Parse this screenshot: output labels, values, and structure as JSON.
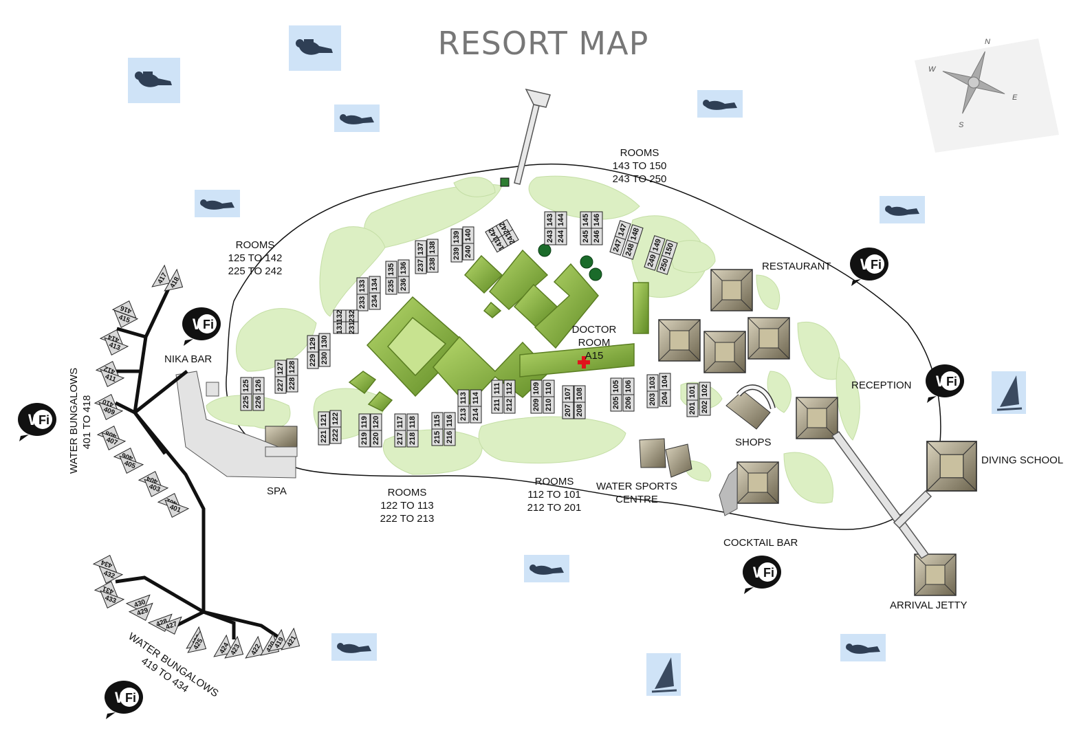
{
  "title": "RESORT MAP",
  "compass": {
    "n": "N",
    "e": "E",
    "s": "S",
    "w": "W"
  },
  "wifi_text": "WiFi",
  "labels": {
    "rooms_north": [
      "ROOMS",
      "143 TO 150",
      "243 TO 250"
    ],
    "rooms_west": [
      "ROOMS",
      "125 TO 142",
      "225 TO 242"
    ],
    "rooms_south_west": [
      "ROOMS",
      "122 TO 113",
      "222 TO 213"
    ],
    "rooms_south": [
      "ROOMS",
      "112 TO 101",
      "212 TO 201"
    ],
    "restaurant": "RESTAURANT",
    "reception": "RECEPTION",
    "shops": "SHOPS",
    "diving_school": "DIVING SCHOOL",
    "water_sports": [
      "WATER SPORTS",
      "CENTRE"
    ],
    "cocktail_bar": "COCKTAIL BAR",
    "arrival_jetty": "ARRIVAL JETTY",
    "spa": "SPA",
    "nika_bar": "NIKA BAR",
    "doctor_room": [
      "DOCTOR",
      "ROOM",
      "A15"
    ],
    "water_bungalows_1": [
      "WATER BUNGALOWS",
      "401 TO 418"
    ],
    "water_bungalows_2": [
      "WATER BUNGALOWS",
      "419 TO 434"
    ]
  },
  "room_blocks": [
    {
      "top": [
        "142",
        "242"
      ],
      "bottom": [
        "141",
        "241"
      ]
    },
    [
      "143",
      "243"
    ],
    [
      "144",
      "244"
    ],
    [
      "145",
      "245"
    ],
    [
      "146",
      "246"
    ],
    [
      "147",
      "247"
    ],
    [
      "148",
      "248"
    ],
    [
      "149",
      "249"
    ],
    [
      "150",
      "250"
    ],
    [
      "140",
      "240"
    ],
    [
      "139",
      "239"
    ],
    [
      "138",
      "238"
    ],
    [
      "137",
      "237"
    ],
    [
      "136",
      "236"
    ],
    [
      "135",
      "235"
    ],
    [
      "134",
      "234"
    ],
    [
      "133",
      "233"
    ],
    {
      "top": [
        "132",
        "232"
      ],
      "bottom": [
        "131",
        "231"
      ]
    },
    [
      "130",
      "230"
    ],
    [
      "129",
      "229"
    ],
    [
      "128",
      "228"
    ],
    [
      "127",
      "227"
    ],
    [
      "126",
      "226"
    ],
    [
      "125",
      "225"
    ],
    [
      "122",
      "222"
    ],
    [
      "121",
      "221"
    ],
    [
      "120",
      "220"
    ],
    [
      "119",
      "219"
    ],
    [
      "118",
      "218"
    ],
    [
      "117",
      "217"
    ],
    [
      "116",
      "216"
    ],
    [
      "115",
      "215"
    ],
    [
      "114",
      "214"
    ],
    [
      "113",
      "213"
    ],
    [
      "112",
      "212"
    ],
    [
      "111",
      "211"
    ],
    [
      "110",
      "210"
    ],
    [
      "109",
      "209"
    ],
    [
      "108",
      "208"
    ],
    [
      "107",
      "207"
    ],
    [
      "106",
      "206"
    ],
    [
      "105",
      "205"
    ],
    [
      "104",
      "204"
    ],
    [
      "103",
      "203"
    ],
    [
      "102",
      "202"
    ],
    [
      "101",
      "201"
    ]
  ],
  "bungalows_north": [
    "417",
    "418",
    "416",
    "415",
    "414",
    "413",
    "412",
    "411",
    "410",
    "409",
    "408",
    "407",
    "406",
    "405",
    "404",
    "403",
    "402",
    "401"
  ],
  "bungalows_south": [
    "434",
    "432",
    "431",
    "433",
    "430",
    "429",
    "428",
    "427",
    "426",
    "425",
    "424",
    "423",
    "422",
    "420",
    "419",
    "421"
  ],
  "colors": {
    "island": "#ffffff",
    "vegetation": "#dcefc3",
    "green_building": "#8db84a",
    "tan_building": "#a89e82",
    "sea_icon_bg": "#cfe3f7",
    "doctor_cross": "#e0141c"
  },
  "icons": [
    "snorkel-icon",
    "scuba-icon",
    "windsurf-icon",
    "wifi-icon",
    "compass-rose-icon",
    "medical-cross-icon"
  ]
}
